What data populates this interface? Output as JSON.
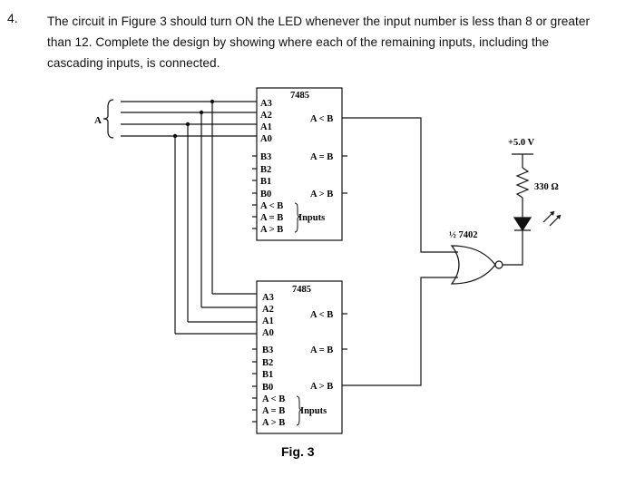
{
  "question": {
    "number": "4.",
    "text": "The circuit in Figure 3 should turn ON the LED whenever the input number is less than 8 or greater than 12. Complete the design by showing where each of the remaining inputs, including the cascading inputs, is connected."
  },
  "figure": {
    "caption": "Fig. 3",
    "bus_label": "A",
    "chip_top": {
      "part": "7485",
      "a_inputs": [
        "A3",
        "A2",
        "A1",
        "A0"
      ],
      "b_inputs": [
        "B3",
        "B2",
        "B1",
        "B0"
      ],
      "cascade_inputs": [
        "A < B",
        "A = B",
        "A > B"
      ],
      "cascade_label": "Inputs",
      "outputs": [
        "A < B",
        "A = B",
        "A > B"
      ]
    },
    "chip_bottom": {
      "part": "7485",
      "a_inputs": [
        "A3",
        "A2",
        "A1",
        "A0"
      ],
      "b_inputs": [
        "B3",
        "B2",
        "B1",
        "B0"
      ],
      "cascade_inputs": [
        "A < B",
        "A = B",
        "A > B"
      ],
      "cascade_label": "Inputs",
      "outputs": [
        "A < B",
        "A = B",
        "A > B"
      ]
    },
    "gate_label": "½ 7402",
    "supply_label": "+5.0 V",
    "resistor_label": "330 Ω"
  }
}
